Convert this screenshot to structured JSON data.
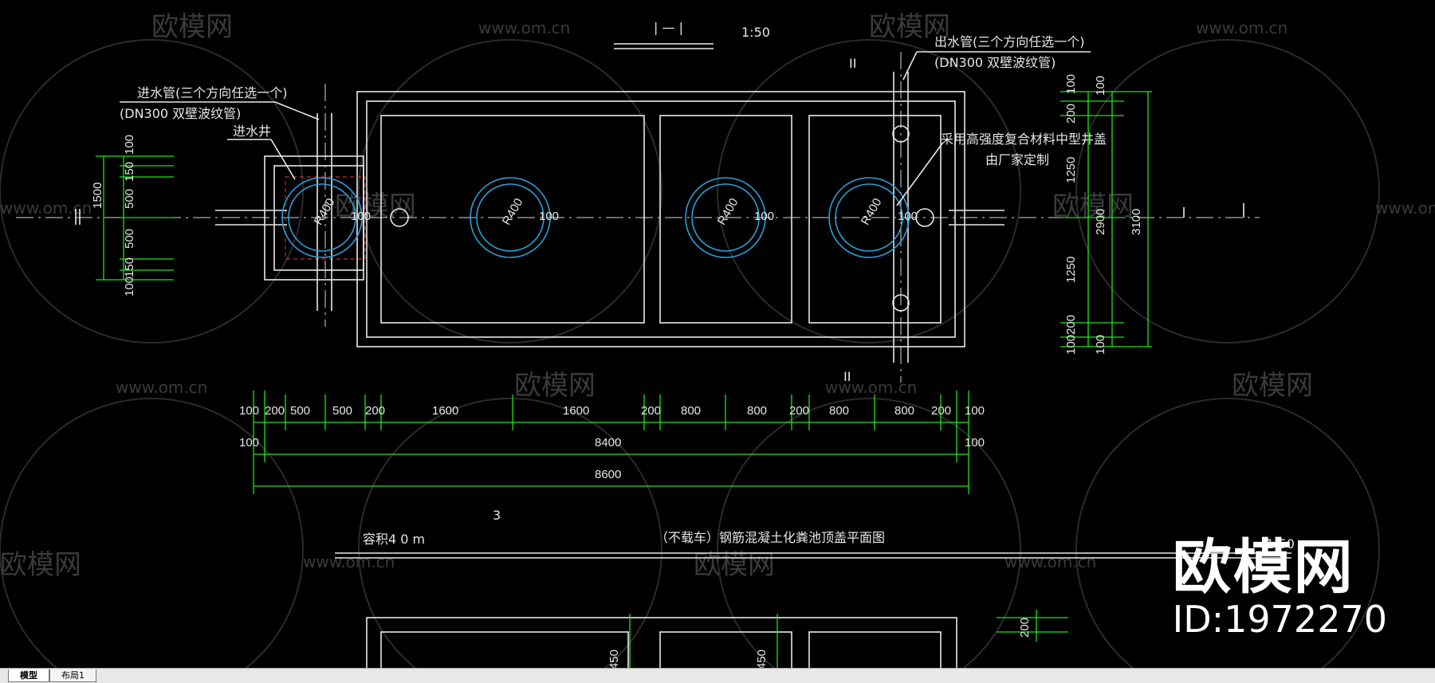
{
  "drawing": {
    "title_left": "容积4 0 m",
    "title_super": "3",
    "title_right": "（不载车）钢筋混凝土化粪池顶盖平面图",
    "title_scale": "1:50",
    "section_scale": "1:50",
    "section_mark_top": "| — |",
    "section_mark_side": "II",
    "inlet_pipe_label": "进水管(三个方向任选一个)",
    "inlet_pipe_spec": "(DN300 双壁波纹管)",
    "inlet_well_label": "进水井",
    "outlet_pipe_label": "出水管(三个方向任选一个)",
    "outlet_pipe_spec": "(DN300 双壁波纹管)",
    "cover_note_1": "采用高强度复合材料中型井盖",
    "cover_note_2": "由厂家定制",
    "radius_label": "R400",
    "offset_label": "100",
    "bottom_dims_row1": [
      "100",
      "200",
      "500",
      "500",
      "200",
      "1600",
      "1600",
      "200",
      "800",
      "800",
      "200",
      "800",
      "800",
      "200",
      "100"
    ],
    "bottom_dims_row2": [
      "100",
      "8400",
      "100"
    ],
    "bottom_dims_row3": [
      "8600"
    ],
    "left_dims": [
      "100",
      "150",
      "500",
      "500",
      "150",
      "100"
    ],
    "left_total": "1500",
    "right_dims": [
      "100",
      "200",
      "1250",
      "1250",
      "200",
      "100"
    ],
    "right_total_inner": "2900",
    "right_total_outer": "3100",
    "section_dims": [
      "450",
      "450",
      "200"
    ]
  },
  "watermark": {
    "brand": "欧模网",
    "url": "www.om.cn",
    "id": "ID:1972270"
  },
  "tabs": [
    {
      "label": "模型",
      "active": true
    },
    {
      "label": "布局1",
      "active": false
    }
  ]
}
